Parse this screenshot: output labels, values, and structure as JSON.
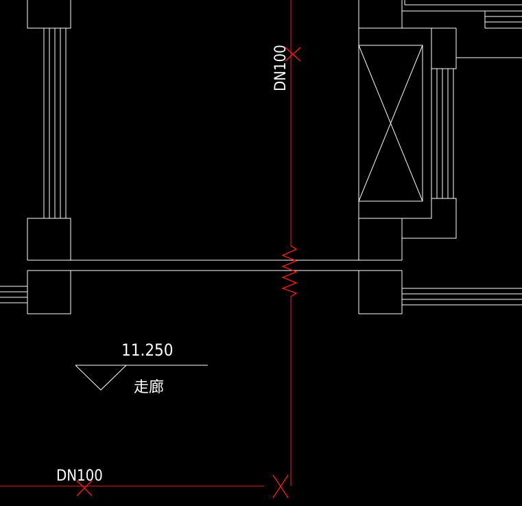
{
  "drawing": {
    "background_color": "#000000",
    "line_color": "#ffffff",
    "pipe_color": "#ff1a1a",
    "pipe_labels": {
      "vertical": "DN100",
      "horizontal": "DN100"
    },
    "level_mark": {
      "elevation": "11.250",
      "room_name": "走廊"
    }
  }
}
